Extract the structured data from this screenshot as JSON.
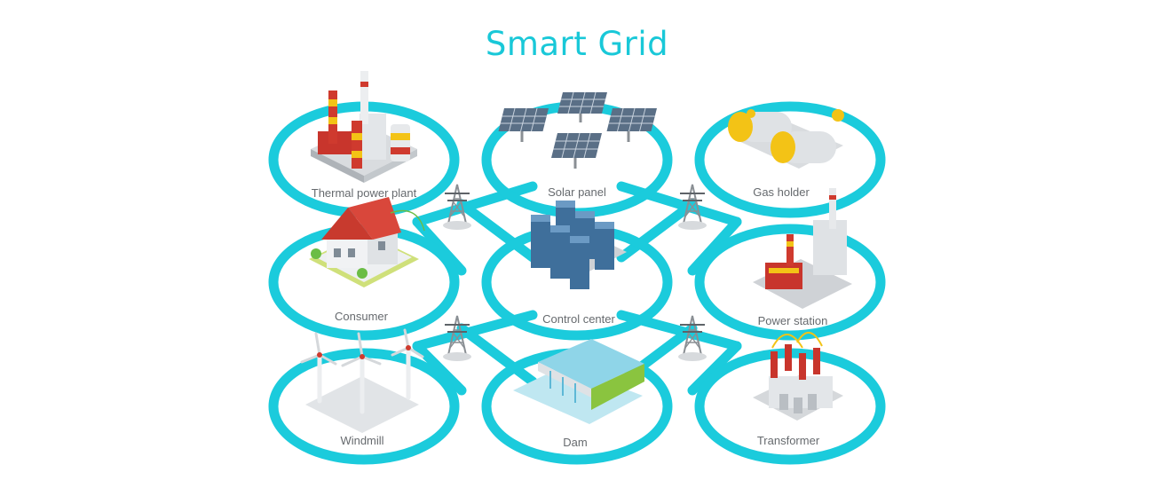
{
  "title": "Smart Grid",
  "colors": {
    "ring": "#1bcbdc",
    "title": "#19c8d8",
    "label": "#666a6e",
    "accent_red": "#d63a2f",
    "accent_yellow": "#f3c316",
    "panel_blue": "#5a6f86",
    "building_grey": "#c9ced3"
  },
  "nodes": {
    "thermal": {
      "label": "Thermal power plant",
      "icon": "thermal-power-plant-icon"
    },
    "solar": {
      "label": "Solar panel",
      "icon": "solar-panel-icon"
    },
    "gas": {
      "label": "Gas holder",
      "icon": "gas-holder-icon"
    },
    "consumer": {
      "label": "Consumer",
      "icon": "house-icon"
    },
    "control": {
      "label": "Control center",
      "icon": "server-rack-icon"
    },
    "power": {
      "label": "Power station",
      "icon": "power-station-icon"
    },
    "wind": {
      "label": "Windmill",
      "icon": "wind-turbine-icon"
    },
    "dam": {
      "label": "Dam",
      "icon": "dam-icon"
    },
    "transformer": {
      "label": "Transformer",
      "icon": "transformer-icon"
    }
  },
  "connectors": {
    "icon": "transmission-tower-icon",
    "count": 4
  }
}
